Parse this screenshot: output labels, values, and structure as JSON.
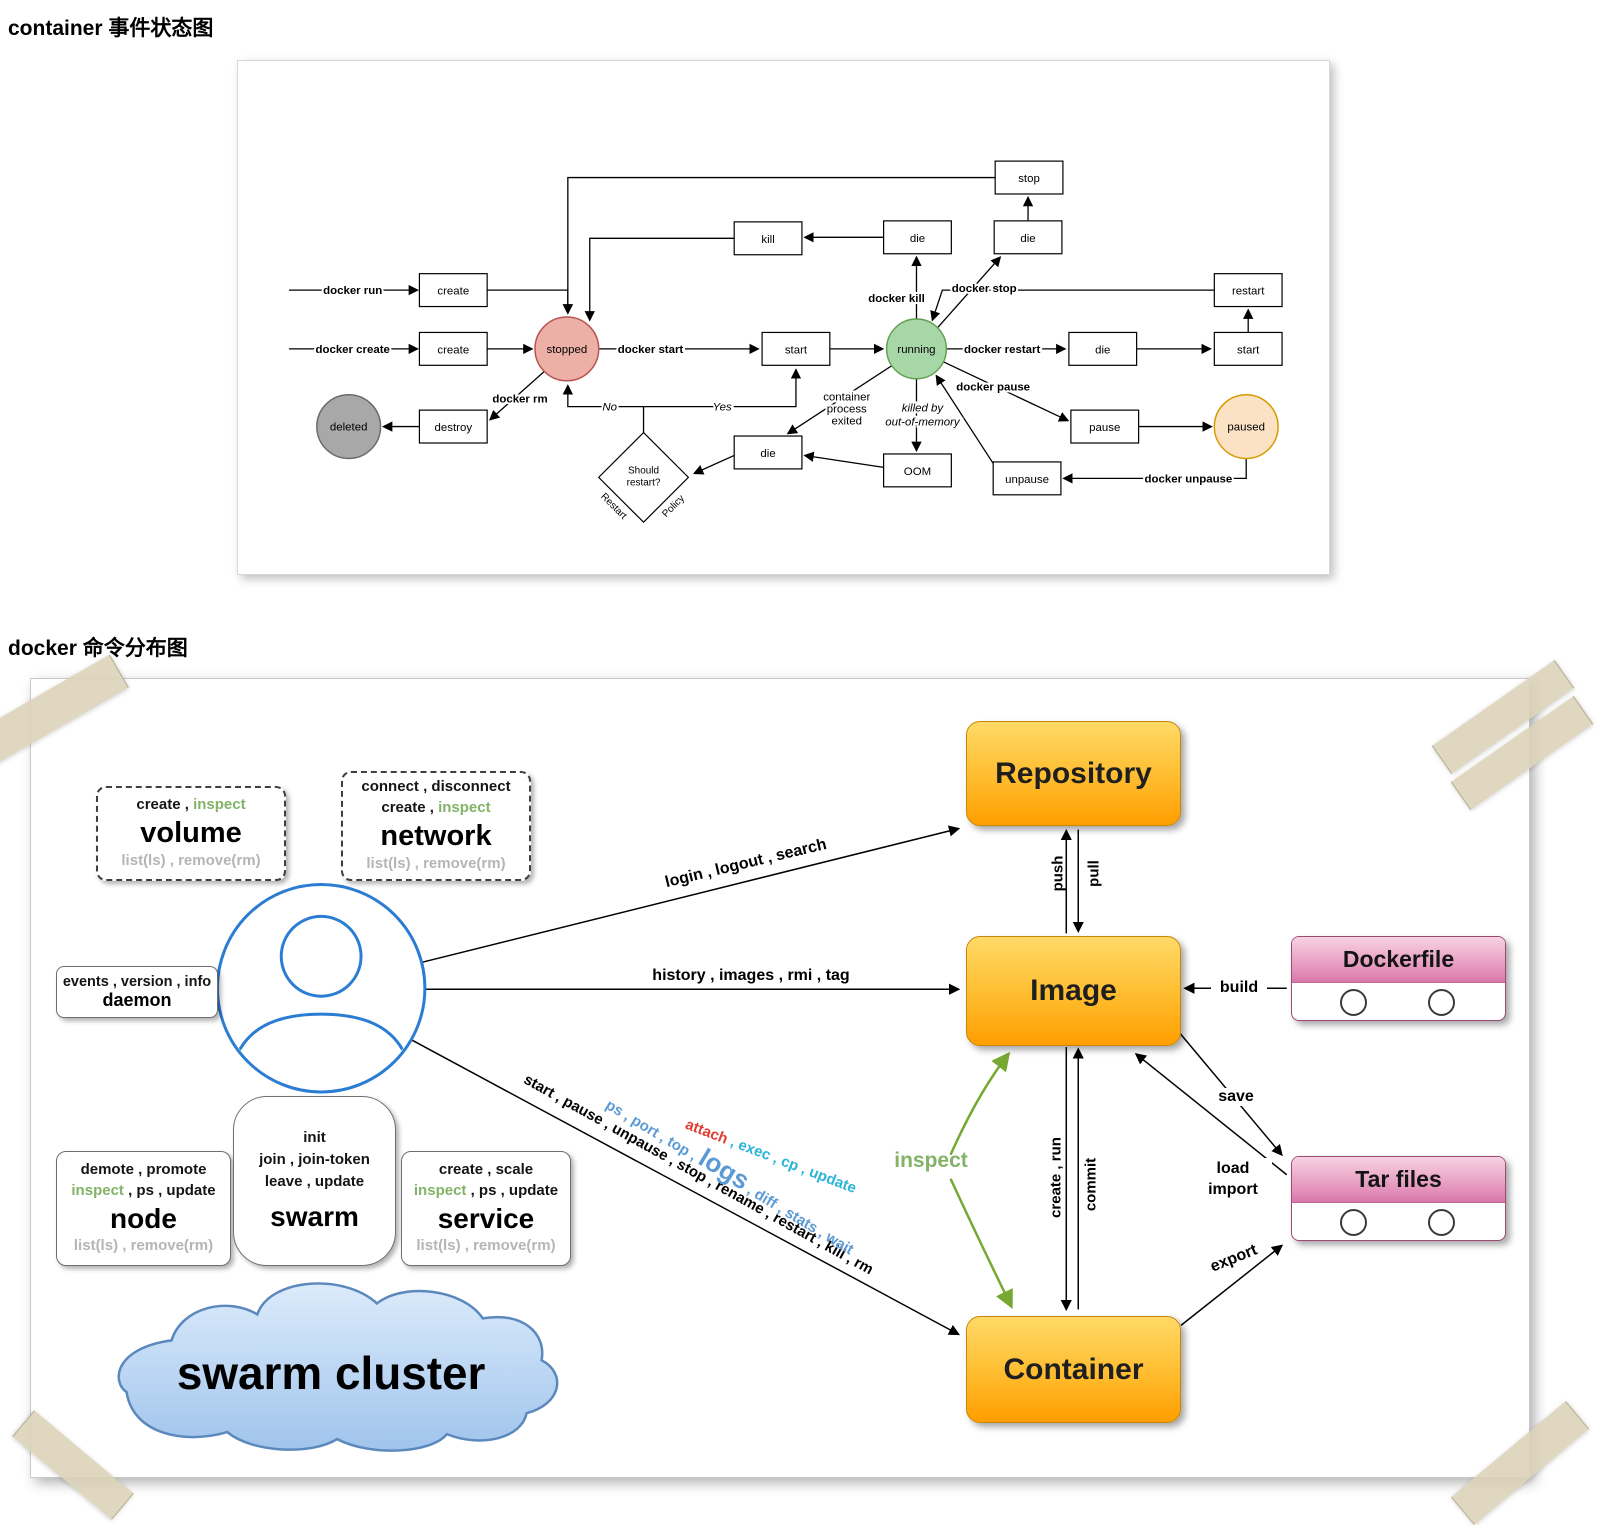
{
  "page": {
    "heading1": "container 事件状态图",
    "heading2": "docker 命令分布图"
  },
  "state": {
    "nodes": {
      "create": "create",
      "stop": "stop",
      "kill": "kill",
      "die": "die",
      "start": "start",
      "restart": "restart",
      "destroy": "destroy",
      "pause": "pause",
      "unpause": "unpause",
      "oom": "OOM"
    },
    "states": {
      "stopped": "stopped",
      "running": "running",
      "deleted": "deleted",
      "paused": "paused"
    },
    "labels": {
      "docker_run": "docker run",
      "docker_create": "docker create",
      "docker_start": "docker start",
      "docker_restart": "docker restart",
      "docker_kill": "docker kill",
      "docker_stop": "docker stop",
      "docker_pause": "docker pause",
      "docker_unpause": "docker unpause",
      "docker_rm": "docker rm",
      "no": "No",
      "yes": "Yes",
      "exited_1": "container",
      "exited_2": "process",
      "exited_3": "exited",
      "killed_1": "killed by",
      "killed_2": "out-of-memory",
      "should_1": "Should",
      "should_2": "restart?",
      "policy_l": "Restart",
      "policy_r": "Policy"
    }
  },
  "cmd": {
    "volume": {
      "l1a": "create ,",
      "l1b": "inspect",
      "title": "volume",
      "l3": "list(ls) , remove(rm)"
    },
    "network": {
      "l0": "connect , disconnect",
      "l1a": "create ,",
      "l1b": "inspect",
      "title": "network",
      "l3": "list(ls) , remove(rm)"
    },
    "daemon": {
      "l1": "events , version , info",
      "title": "daemon"
    },
    "node": {
      "l1": "demote , promote",
      "l2a": "inspect",
      "l2b": " , ps , update",
      "title": "node",
      "l4": "list(ls) , remove(rm)"
    },
    "swarm": {
      "l1": "init",
      "l2": "join , join-token",
      "l3": "leave , update",
      "title": "swarm"
    },
    "service": {
      "l1": "create , scale",
      "l2a": "inspect",
      "l2b": " , ps , update",
      "title": "service",
      "l4": "list(ls) , remove(rm)"
    },
    "cloud": "swarm cluster",
    "entities": {
      "repository": "Repository",
      "image": "Image",
      "container": "Container",
      "dockerfile": "Dockerfile",
      "tar": "Tar files"
    },
    "arrows": {
      "login": "login , logout , search",
      "history": "history , images , rmi , tag",
      "lifecycle": "start , pause , unpause , stop , rename , restart , kill , rm",
      "attach": "attach",
      "exec": " , exec , cp , update",
      "ps1": "ps , port , top , ",
      "logs": "logs",
      "ps2": " , diff , stats , wait",
      "push": "push",
      "pull": "pull",
      "create_run": "create , run",
      "commit": "commit",
      "inspect": "inspect",
      "build": "build",
      "save": "save",
      "load": "load",
      "import": "import",
      "export": "export"
    }
  }
}
